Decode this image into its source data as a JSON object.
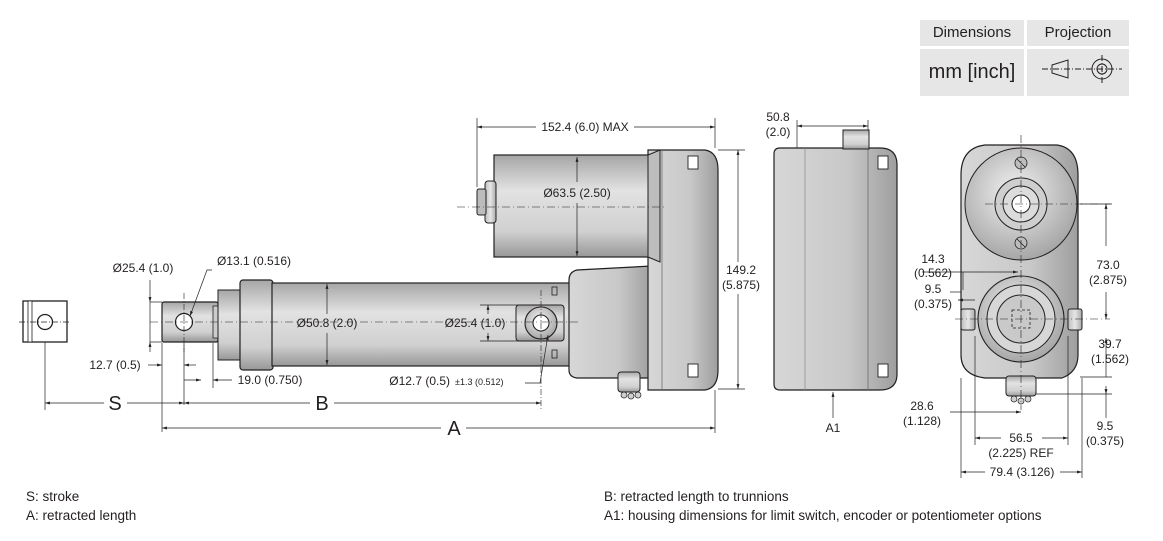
{
  "table": {
    "header_dimensions": "Dimensions",
    "header_projection": "Projection",
    "units": "mm [inch]"
  },
  "labels": {
    "len_152": "152.4 (6.0) MAX",
    "d635": "Ø63.5 (2.50)",
    "d254_top": "Ø25.4 (1.0)",
    "d131": "Ø13.1 (0.516)",
    "d508": "Ø50.8 (2.0)",
    "d254_trunnion": "Ø25.4 (1.0)",
    "h149_a": "149.2",
    "h149_b": "(5.875)",
    "l127": "12.7 (0.5)",
    "l190": "19.0 (0.750)",
    "d127_main": "Ø12.7 (0.5)",
    "d127_tol": "±1.3 (0.512)",
    "S": "S",
    "B": "B",
    "A": "A",
    "w508_a": "50.8",
    "w508_b": "(2.0)",
    "A1": "A1",
    "d143_a": "14.3",
    "d143_b": "(0.562)",
    "d95_a": "9.5",
    "d95_b": "(0.375)",
    "d730_a": "73.0",
    "d730_b": "(2.875)",
    "d397_a": "39.7",
    "d397_b": "(1.562)",
    "d286_a": "28.6",
    "d286_b": "(1.128)",
    "d95r_a": "9.5",
    "d95r_b": "(0.375)",
    "d565_a": "56.5",
    "d565_b": "(2.225) REF",
    "d794": "79.4 (3.126)"
  },
  "legend": {
    "left": [
      "S: stroke",
      "A: retracted length"
    ],
    "right": [
      "B: retracted length to trunnions",
      "A1: housing dimensions for limit switch, encoder or potentiometer options"
    ]
  }
}
